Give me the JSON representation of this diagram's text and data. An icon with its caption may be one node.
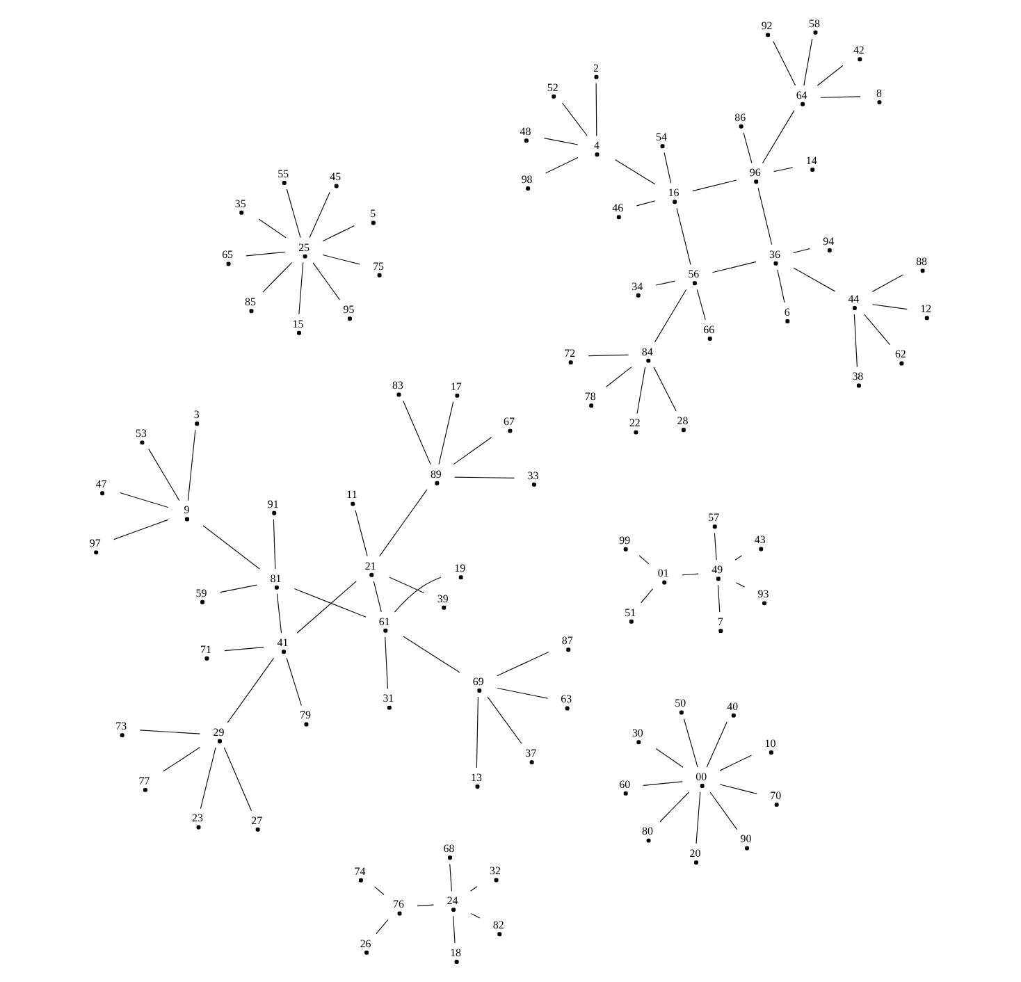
{
  "diagram": {
    "nodes": [
      {
        "text": [],
        "shape": "dot",
        "beside": [
          "00"
        ]
      },
      {
        "text": [],
        "shape": "dot",
        "beside": [
          "10"
        ]
      },
      {
        "text": [],
        "shape": "dot",
        "beside": [
          "20"
        ]
      },
      {
        "text": [],
        "shape": "dot",
        "beside": [
          "30"
        ]
      },
      {
        "text": [],
        "shape": "dot",
        "beside": [
          "40"
        ]
      },
      {
        "text": [],
        "shape": "dot",
        "beside": [
          "50"
        ]
      },
      {
        "text": [],
        "shape": "dot",
        "beside": [
          "60"
        ]
      },
      {
        "text": [],
        "shape": "dot",
        "beside": [
          "70"
        ]
      },
      {
        "text": [],
        "shape": "dot",
        "beside": [
          "80"
        ]
      },
      {
        "text": [],
        "shape": "dot",
        "beside": [
          "90"
        ]
      },
      {
        "text": [],
        "shape": "dot",
        "beside": [
          "25"
        ]
      },
      {
        "text": [],
        "shape": "dot",
        "beside": [
          "5"
        ]
      },
      {
        "text": [],
        "shape": "dot",
        "beside": [
          "15"
        ]
      },
      {
        "text": [],
        "shape": "dot",
        "beside": [
          "35"
        ]
      },
      {
        "text": [],
        "shape": "dot",
        "beside": [
          "45"
        ]
      },
      {
        "text": [],
        "shape": "dot",
        "beside": [
          "55"
        ]
      },
      {
        "text": [],
        "shape": "dot",
        "beside": [
          "65"
        ]
      },
      {
        "text": [],
        "shape": "dot",
        "beside": [
          "75"
        ]
      },
      {
        "text": [],
        "shape": "dot",
        "beside": [
          "85"
        ]
      },
      {
        "text": [],
        "shape": "dot",
        "beside": [
          "95"
        ]
      },
      {
        "text": [],
        "shape": "dot",
        "beside": [
          "56"
        ]
      },
      {
        "text": [],
        "shape": "dot",
        "beside": [
          "36"
        ]
      },
      {
        "text": [],
        "shape": "dot",
        "beside": [
          "16"
        ]
      },
      {
        "text": [],
        "shape": "dot",
        "beside": [
          "96"
        ]
      },
      {
        "text": [],
        "shape": "dot",
        "beside": [
          "84"
        ]
      },
      {
        "text": [],
        "shape": "dot",
        "beside": [
          "72"
        ]
      },
      {
        "text": [],
        "shape": "dot",
        "beside": [
          "78"
        ]
      },
      {
        "text": [],
        "shape": "dot",
        "beside": [
          "28"
        ]
      },
      {
        "text": [],
        "shape": "dot",
        "beside": [
          "22"
        ]
      },
      {
        "text": [],
        "shape": "dot",
        "beside": [
          "66"
        ]
      },
      {
        "text": [],
        "shape": "dot",
        "beside": [
          "34"
        ]
      },
      {
        "text": [],
        "shape": "dot",
        "beside": [
          "6"
        ]
      },
      {
        "text": [],
        "shape": "dot",
        "beside": [
          "94"
        ]
      },
      {
        "text": [],
        "shape": "dot",
        "beside": [
          "44"
        ]
      },
      {
        "text": [],
        "shape": "dot",
        "beside": [
          "12"
        ]
      },
      {
        "text": [],
        "shape": "dot",
        "beside": [
          "38"
        ]
      },
      {
        "text": [],
        "shape": "dot",
        "beside": [
          "62"
        ]
      },
      {
        "text": [],
        "shape": "dot",
        "beside": [
          "88"
        ]
      },
      {
        "text": [],
        "shape": "dot",
        "beside": [
          "46"
        ]
      },
      {
        "text": [],
        "shape": "dot",
        "beside": [
          "54"
        ]
      },
      {
        "text": [],
        "shape": "dot",
        "beside": [
          "4"
        ]
      },
      {
        "text": [],
        "shape": "dot",
        "beside": [
          "98"
        ]
      },
      {
        "text": [],
        "shape": "dot",
        "beside": [
          "52"
        ]
      },
      {
        "text": [],
        "shape": "dot",
        "beside": [
          "2"
        ]
      },
      {
        "text": [],
        "shape": "dot",
        "beside": [
          "48"
        ]
      },
      {
        "text": [],
        "shape": "dot",
        "beside": [
          "14"
        ]
      },
      {
        "text": [],
        "shape": "dot",
        "beside": [
          "86"
        ]
      },
      {
        "text": [],
        "shape": "dot",
        "beside": [
          "64"
        ]
      },
      {
        "text": [],
        "shape": "dot",
        "beside": [
          "8"
        ]
      },
      {
        "text": [],
        "shape": "dot",
        "beside": [
          "42"
        ]
      },
      {
        "text": [],
        "shape": "dot",
        "beside": [
          "92"
        ]
      },
      {
        "text": [],
        "shape": "dot",
        "beside": [
          "58"
        ]
      },
      {
        "text": [],
        "shape": "dot",
        "beside": [
          "41"
        ]
      },
      {
        "text": [],
        "shape": "dot",
        "beside": [
          "81"
        ]
      },
      {
        "text": [],
        "shape": "dot",
        "beside": [
          "61"
        ]
      },
      {
        "text": [],
        "shape": "dot",
        "beside": [
          "21"
        ]
      },
      {
        "text": [],
        "shape": "dot",
        "beside": [
          "29"
        ]
      },
      {
        "text": [],
        "shape": "dot",
        "beside": [
          "73"
        ]
      },
      {
        "text": [],
        "shape": "dot",
        "beside": [
          "77"
        ]
      },
      {
        "text": [],
        "shape": "dot",
        "beside": [
          "27"
        ]
      },
      {
        "text": [],
        "shape": "dot",
        "beside": [
          "23"
        ]
      },
      {
        "text": [],
        "shape": "dot",
        "beside": [
          "79"
        ]
      },
      {
        "text": [],
        "shape": "dot",
        "beside": [
          "71"
        ]
      },
      {
        "text": [],
        "shape": "dot",
        "beside": [
          "11"
        ]
      },
      {
        "text": [],
        "shape": "dot",
        "beside": [
          "39"
        ]
      },
      {
        "text": [],
        "shape": "dot",
        "beside": [
          "89"
        ]
      },
      {
        "text": [],
        "shape": "dot",
        "beside": [
          "17"
        ]
      },
      {
        "text": [],
        "shape": "dot",
        "beside": [
          "33"
        ]
      },
      {
        "text": [],
        "shape": "dot",
        "beside": [
          "67"
        ]
      },
      {
        "text": [],
        "shape": "dot",
        "beside": [
          "83"
        ]
      },
      {
        "text": [],
        "shape": "dot",
        "beside": [
          "59"
        ]
      },
      {
        "text": [],
        "shape": "dot",
        "beside": [
          "91"
        ]
      },
      {
        "text": [],
        "shape": "dot",
        "beside": [
          "9"
        ]
      },
      {
        "text": [],
        "shape": "dot",
        "beside": [
          "97"
        ]
      },
      {
        "text": [],
        "shape": "dot",
        "beside": [
          "53"
        ]
      },
      {
        "text": [],
        "shape": "dot",
        "beside": [
          "3"
        ]
      },
      {
        "text": [],
        "shape": "dot",
        "beside": [
          "47"
        ]
      },
      {
        "text": [],
        "shape": "dot",
        "beside": [
          "31"
        ]
      },
      {
        "text": [],
        "shape": "dot",
        "beside": [
          "19"
        ]
      },
      {
        "text": [],
        "shape": "dot",
        "beside": [
          "69"
        ]
      },
      {
        "text": [],
        "shape": "dot",
        "beside": [
          "13"
        ]
      },
      {
        "text": [],
        "shape": "dot",
        "beside": [
          "37"
        ]
      },
      {
        "text": [],
        "shape": "dot",
        "beside": [
          "87"
        ]
      },
      {
        "text": [],
        "shape": "dot",
        "beside": [
          "63"
        ]
      },
      {
        "text": [],
        "shape": "dot",
        "beside": [
          "01"
        ]
      },
      {
        "text": [],
        "shape": "dot",
        "beside": [
          "49"
        ]
      },
      {
        "text": [],
        "shape": "dot",
        "beside": [
          "51"
        ]
      },
      {
        "text": [],
        "shape": "dot",
        "beside": [
          "99"
        ]
      },
      {
        "text": [],
        "shape": "dot",
        "beside": [
          "43"
        ]
      },
      {
        "text": [],
        "shape": "dot",
        "beside": [
          "57"
        ]
      },
      {
        "text": [],
        "shape": "dot",
        "beside": [
          "7"
        ]
      },
      {
        "text": [],
        "shape": "dot",
        "beside": [
          "93"
        ]
      },
      {
        "text": [],
        "shape": "dot",
        "beside": [
          "76"
        ]
      },
      {
        "text": [],
        "shape": "dot",
        "beside": [
          "24"
        ]
      },
      {
        "text": [],
        "shape": "dot",
        "beside": [
          "26"
        ]
      },
      {
        "text": [],
        "shape": "dot",
        "beside": [
          "74"
        ]
      },
      {
        "text": [],
        "shape": "dot",
        "beside": [
          "32"
        ]
      },
      {
        "text": [],
        "shape": "dot",
        "beside": [
          "68"
        ]
      },
      {
        "text": [],
        "shape": "dot",
        "beside": [
          "18"
        ]
      },
      {
        "text": [],
        "shape": "dot",
        "beside": [
          "82"
        ]
      }
    ],
    "edges": [
      {
        "from": 1,
        "to": 0,
        "arrow": "none"
      },
      {
        "from": 2,
        "to": 0,
        "arrow": "none"
      },
      {
        "from": 3,
        "to": 0,
        "arrow": "none"
      },
      {
        "from": 4,
        "to": 0,
        "arrow": "none"
      },
      {
        "from": 5,
        "to": 0,
        "arrow": "none"
      },
      {
        "from": 6,
        "to": 0,
        "arrow": "none"
      },
      {
        "from": 7,
        "to": 0,
        "arrow": "none"
      },
      {
        "from": 8,
        "to": 0,
        "arrow": "none"
      },
      {
        "from": 9,
        "to": 0,
        "arrow": "none"
      },
      {
        "from": 11,
        "to": 10,
        "arrow": "none"
      },
      {
        "from": 12,
        "to": 10,
        "arrow": "none"
      },
      {
        "from": 13,
        "to": 10,
        "arrow": "none"
      },
      {
        "from": 14,
        "to": 10,
        "arrow": "none"
      },
      {
        "from": 15,
        "to": 10,
        "arrow": "none"
      },
      {
        "from": 16,
        "to": 10,
        "arrow": "none"
      },
      {
        "from": 17,
        "to": 10,
        "arrow": "none"
      },
      {
        "from": 18,
        "to": 10,
        "arrow": "none"
      },
      {
        "from": 19,
        "to": 10,
        "arrow": "none"
      },
      {
        "from": 20,
        "to": 21,
        "arrow": "none"
      },
      {
        "from": 21,
        "to": 23,
        "arrow": "none"
      },
      {
        "from": 23,
        "to": 22,
        "arrow": "none"
      },
      {
        "from": 22,
        "to": 20,
        "arrow": "none"
      },
      {
        "from": 24,
        "to": 20,
        "arrow": "none"
      },
      {
        "from": 25,
        "to": 24,
        "arrow": "none"
      },
      {
        "from": 26,
        "to": 24,
        "arrow": "none"
      },
      {
        "from": 27,
        "to": 24,
        "arrow": "none"
      },
      {
        "from": 28,
        "to": 24,
        "arrow": "none"
      },
      {
        "from": 29,
        "to": 20,
        "arrow": "none"
      },
      {
        "from": 30,
        "to": 20,
        "arrow": "none"
      },
      {
        "from": 31,
        "to": 21,
        "arrow": "none"
      },
      {
        "from": 32,
        "to": 21,
        "arrow": "none"
      },
      {
        "from": 33,
        "to": 21,
        "arrow": "none"
      },
      {
        "from": 34,
        "to": 33,
        "arrow": "none"
      },
      {
        "from": 35,
        "to": 33,
        "arrow": "none"
      },
      {
        "from": 36,
        "to": 33,
        "arrow": "none"
      },
      {
        "from": 37,
        "to": 33,
        "arrow": "none"
      },
      {
        "from": 38,
        "to": 22,
        "arrow": "none"
      },
      {
        "from": 39,
        "to": 22,
        "arrow": "none"
      },
      {
        "from": 40,
        "to": 22,
        "arrow": "none"
      },
      {
        "from": 41,
        "to": 40,
        "arrow": "none"
      },
      {
        "from": 42,
        "to": 40,
        "arrow": "none"
      },
      {
        "from": 43,
        "to": 40,
        "arrow": "none"
      },
      {
        "from": 44,
        "to": 40,
        "arrow": "none"
      },
      {
        "from": 45,
        "to": 23,
        "arrow": "none"
      },
      {
        "from": 46,
        "to": 23,
        "arrow": "none"
      },
      {
        "from": 47,
        "to": 23,
        "arrow": "none"
      },
      {
        "from": 48,
        "to": 47,
        "arrow": "none"
      },
      {
        "from": 49,
        "to": 47,
        "arrow": "none"
      },
      {
        "from": 50,
        "to": 47,
        "arrow": "none"
      },
      {
        "from": 51,
        "to": 47,
        "arrow": "none"
      },
      {
        "from": 52,
        "to": 53,
        "arrow": "none"
      },
      {
        "from": 53,
        "to": 54,
        "arrow": "none"
      },
      {
        "from": 54,
        "to": 55,
        "arrow": "none"
      },
      {
        "from": 55,
        "to": 52,
        "arrow": "none"
      },
      {
        "from": 56,
        "to": 52,
        "arrow": "none"
      },
      {
        "from": 57,
        "to": 56,
        "arrow": "none"
      },
      {
        "from": 58,
        "to": 56,
        "arrow": "none"
      },
      {
        "from": 59,
        "to": 56,
        "arrow": "none"
      },
      {
        "from": 60,
        "to": 56,
        "arrow": "none"
      },
      {
        "from": 61,
        "to": 52,
        "arrow": "none"
      },
      {
        "from": 62,
        "to": 52,
        "arrow": "none"
      },
      {
        "from": 63,
        "to": 55,
        "arrow": "none"
      },
      {
        "from": 64,
        "to": 55,
        "arrow": "none"
      },
      {
        "from": 65,
        "to": 55,
        "arrow": "none"
      },
      {
        "from": 66,
        "to": 65,
        "arrow": "none"
      },
      {
        "from": 67,
        "to": 65,
        "arrow": "none"
      },
      {
        "from": 68,
        "to": 65,
        "arrow": "none"
      },
      {
        "from": 69,
        "to": 65,
        "arrow": "none"
      },
      {
        "from": 70,
        "to": 53,
        "arrow": "none"
      },
      {
        "from": 71,
        "to": 53,
        "arrow": "none"
      },
      {
        "from": 72,
        "to": 53,
        "arrow": "none"
      },
      {
        "from": 73,
        "to": 72,
        "arrow": "none"
      },
      {
        "from": 74,
        "to": 72,
        "arrow": "none"
      },
      {
        "from": 75,
        "to": 72,
        "arrow": "none"
      },
      {
        "from": 76,
        "to": 72,
        "arrow": "none"
      },
      {
        "from": 77,
        "to": 54,
        "arrow": "none"
      },
      {
        "from": 78,
        "to": 54,
        "arrow": "none"
      },
      {
        "from": 79,
        "to": 54,
        "arrow": "none"
      },
      {
        "from": 80,
        "to": 79,
        "arrow": "none"
      },
      {
        "from": 81,
        "to": 79,
        "arrow": "none"
      },
      {
        "from": 82,
        "to": 79,
        "arrow": "none"
      },
      {
        "from": 83,
        "to": 79,
        "arrow": "none"
      },
      {
        "from": 85,
        "to": 84,
        "arrow": "none"
      },
      {
        "from": 86,
        "to": 84,
        "arrow": "none"
      },
      {
        "from": 87,
        "to": 84,
        "arrow": "none"
      },
      {
        "from": 88,
        "to": 85,
        "arrow": "none"
      },
      {
        "from": 89,
        "to": 85,
        "arrow": "none"
      },
      {
        "from": 90,
        "to": 85,
        "arrow": "none"
      },
      {
        "from": 91,
        "to": 85,
        "arrow": "none"
      },
      {
        "from": 93,
        "to": 92,
        "arrow": "none"
      },
      {
        "from": 94,
        "to": 92,
        "arrow": "none"
      },
      {
        "from": 95,
        "to": 92,
        "arrow": "none"
      },
      {
        "from": 96,
        "to": 93,
        "arrow": "none"
      },
      {
        "from": 97,
        "to": 93,
        "arrow": "none"
      },
      {
        "from": 98,
        "to": 93,
        "arrow": "none"
      },
      {
        "from": 99,
        "to": 93,
        "arrow": "none"
      }
    ]
  }
}
